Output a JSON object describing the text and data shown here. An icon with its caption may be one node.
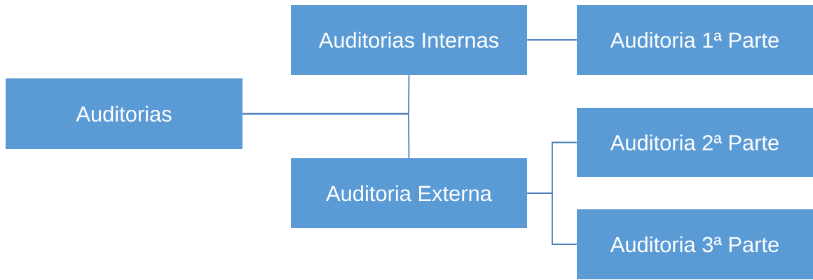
{
  "diagram": {
    "nodes": [
      {
        "text": [
          "Auditorias"
        ]
      },
      {
        "text": [
          "Auditorias Internas"
        ]
      },
      {
        "text": [
          "Auditoria Externa"
        ]
      },
      {
        "text": [
          "Auditoria 1ª Parte"
        ]
      },
      {
        "text": [
          "Auditoria 2ª Parte"
        ]
      },
      {
        "text": [
          "Auditoria 3ª Parte"
        ]
      }
    ],
    "edges": [
      {
        "from": 0,
        "to": 1,
        "arrow": "none"
      },
      {
        "from": 0,
        "to": 2,
        "arrow": "none"
      },
      {
        "from": 1,
        "to": 3,
        "arrow": "none"
      },
      {
        "from": 2,
        "to": 4,
        "arrow": "none"
      },
      {
        "from": 2,
        "to": 5,
        "arrow": "none"
      }
    ]
  }
}
